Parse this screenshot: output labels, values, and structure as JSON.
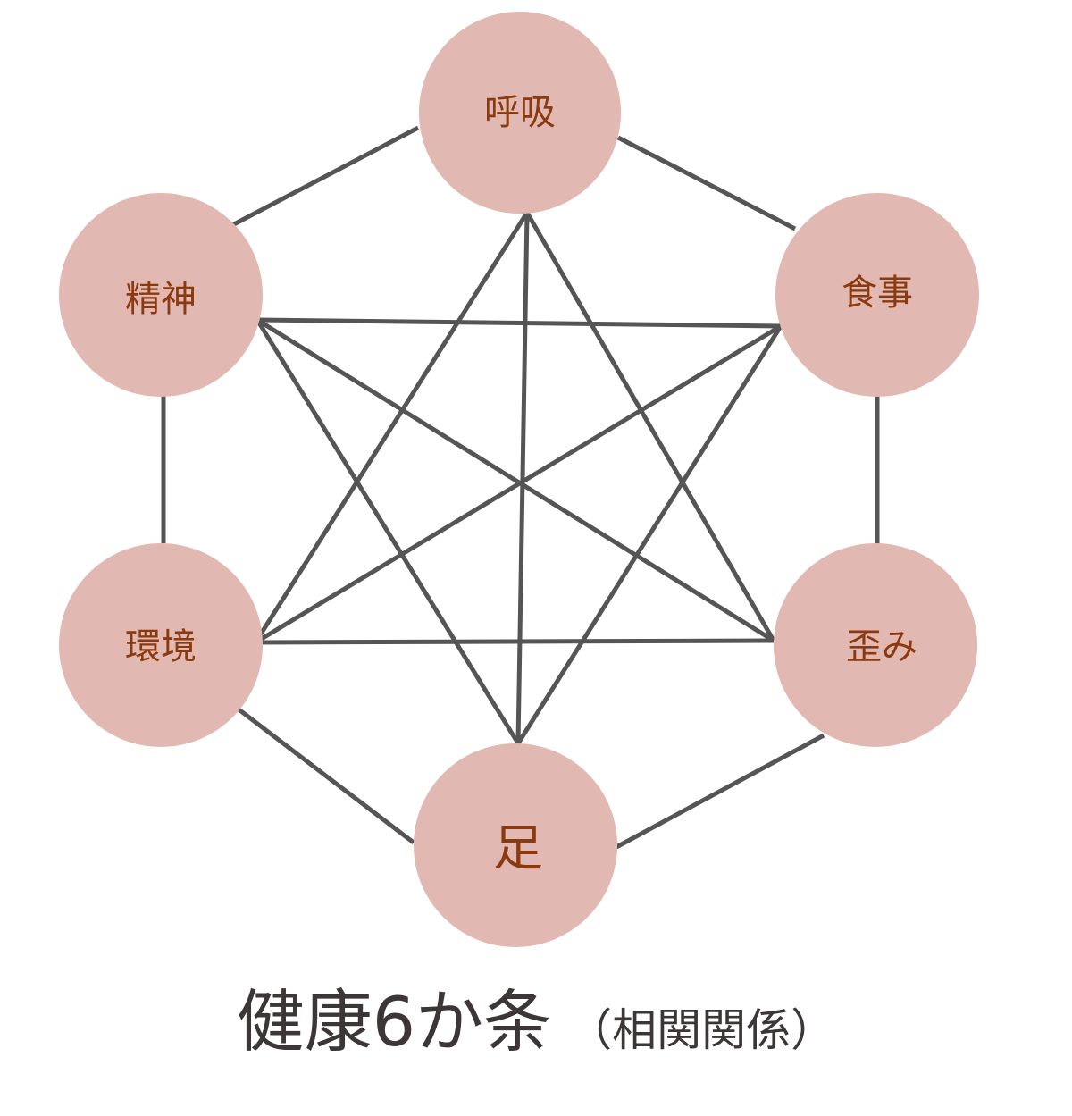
{
  "diagram": {
    "nodes": [
      {
        "id": "kokyu",
        "label": "呼吸"
      },
      {
        "id": "shokuji",
        "label": "食事"
      },
      {
        "id": "yugami",
        "label": "歪み"
      },
      {
        "id": "ashi",
        "label": "足"
      },
      {
        "id": "kankyo",
        "label": "環境"
      },
      {
        "id": "seishin",
        "label": "精神"
      }
    ],
    "colors": {
      "node_fill": "#e2b8b2",
      "node_text": "#8a3a0e",
      "line": "#555555",
      "caption_text": "#3d3636"
    }
  },
  "caption": {
    "title": "健康6か条",
    "subtitle": "（相関関係）"
  }
}
